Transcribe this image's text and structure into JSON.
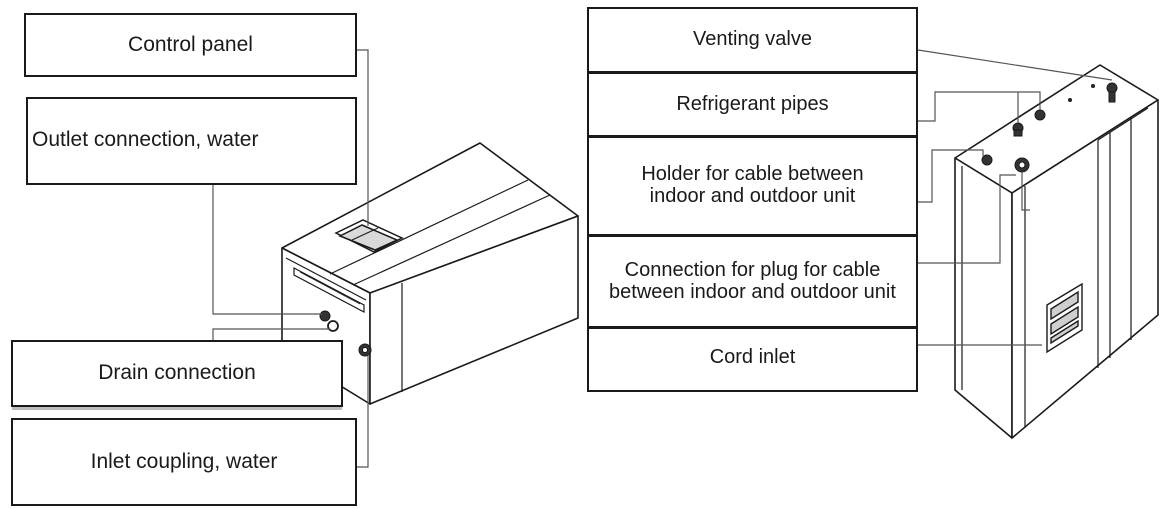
{
  "left_unit": {
    "labels": {
      "control_panel": "Control panel",
      "outlet_connection": "Outlet connection, water",
      "drain_connection": "Drain connection",
      "inlet_coupling": "Inlet coupling, water"
    }
  },
  "right_unit": {
    "labels": {
      "venting_valve": "Venting valve",
      "refrigerant_pipes": "Refrigerant pipes",
      "cable_holder": "Holder for cable between indoor and outdoor unit",
      "plug_connection": "Connection for plug for cable between indoor and outdoor unit",
      "cord_inlet": "Cord inlet"
    }
  },
  "colors": {
    "line": "#1a1a1a",
    "leader": "#555555",
    "shadow": "#bdbdbd"
  }
}
